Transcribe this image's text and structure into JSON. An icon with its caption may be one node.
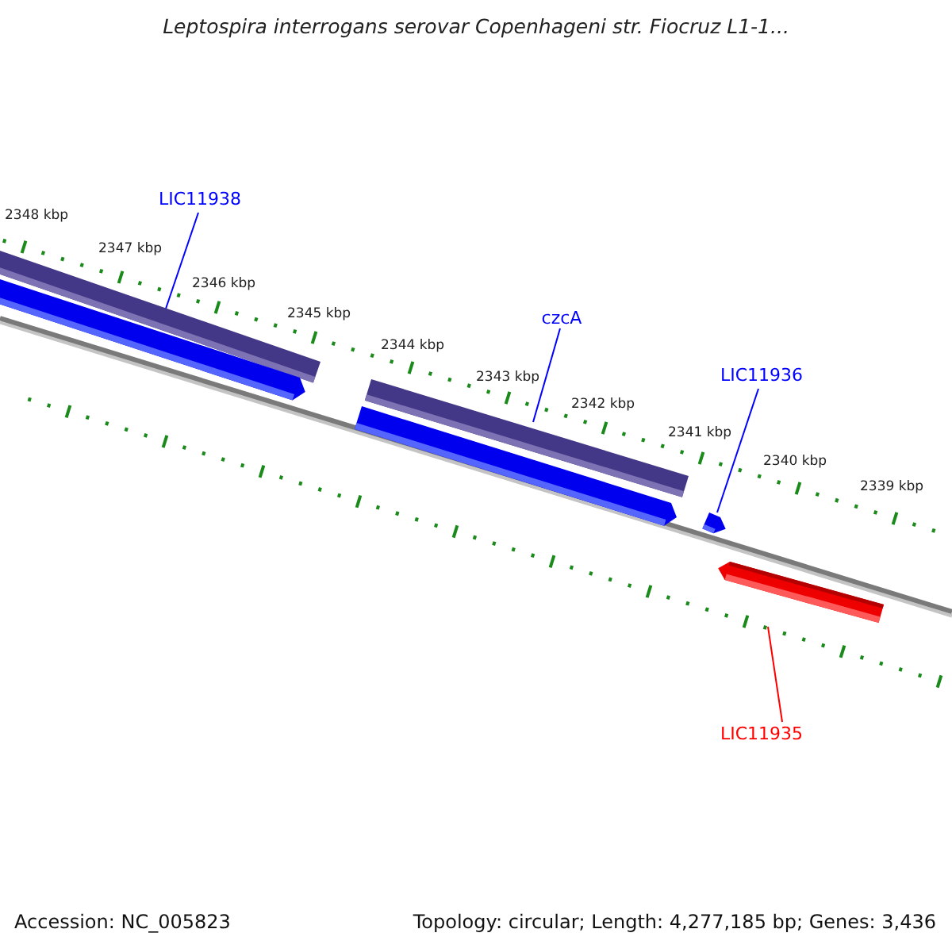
{
  "diagram": {
    "title": "Leptospira interrogans serovar Copenhageni str. Fiocruz L1-1...",
    "nodes": [
      {
        "text": [
          "LIC11938"
        ]
      },
      {
        "text": [],
        "shape": "bar"
      },
      {
        "text": [],
        "shape": "bar"
      },
      {
        "text": [
          "czcA"
        ]
      },
      {
        "text": [],
        "shape": "bar"
      },
      {
        "text": [],
        "shape": "bar"
      },
      {
        "text": [
          "LIC11936"
        ]
      },
      {
        "text": [],
        "shape": "bar"
      },
      {
        "text": [],
        "shape": "bar"
      },
      {
        "text": [
          "LIC11935"
        ]
      }
    ],
    "edges": [
      {
        "from": 0,
        "to": 1,
        "arrow": "none"
      },
      {
        "from": 3,
        "to": 4,
        "arrow": "none"
      },
      {
        "from": 6,
        "to": 7,
        "arrow": "none"
      },
      {
        "from": 9,
        "to": 8,
        "arrow": "none",
        "color": "#ff0000"
      }
    ],
    "labels": [
      "2348 kbp",
      "2347 kbp",
      "2346 kbp",
      "2345 kbp",
      "2344 kbp",
      "2343 kbp",
      "2342 kbp",
      "2341 kbp",
      "2340 kbp",
      "2339 kbp",
      "Accession: NC_005823",
      "Topology: circular; Length: 4,277,185 bp; Genes: 3,436"
    ]
  }
}
